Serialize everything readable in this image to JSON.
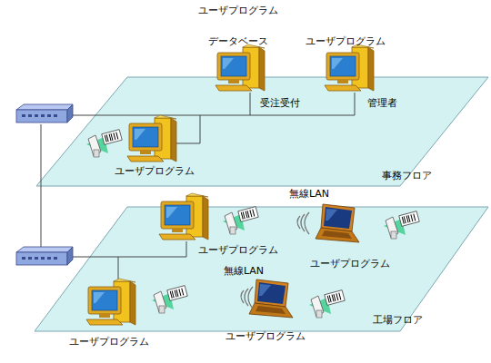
{
  "diagram": {
    "nodes": [
      {
        "text": [
          "事務フロア"
        ]
      },
      {
        "text": [
          "工場フロア"
        ]
      }
    ],
    "labels": [
      "ユーザプログラム",
      "データベース",
      "ユーザプログラム",
      "受注受付",
      "管理者",
      "ユーザプログラム",
      "無線LAN",
      "ユーザプログラム",
      "ユーザプログラム",
      "無線LAN",
      "ユーザプログラム",
      "ユーザプログラム"
    ]
  }
}
